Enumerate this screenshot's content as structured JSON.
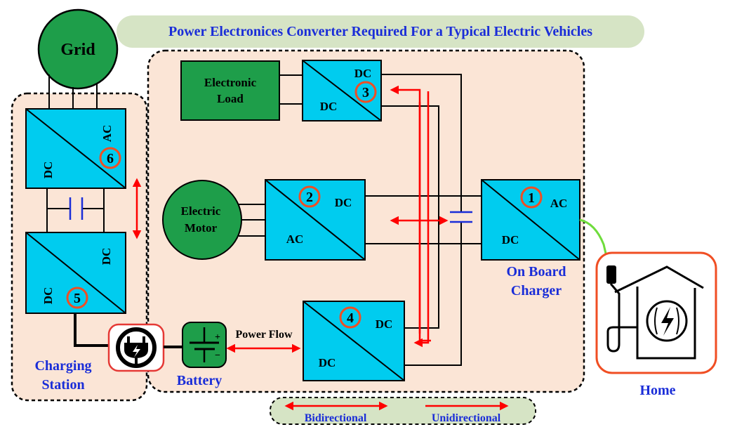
{
  "title": "Power Electronices Converter Required For a Typical Electric Vehicles",
  "grid": "Grid",
  "electronic_load": [
    "Electronic",
    "Load"
  ],
  "electric_motor": [
    "Electric",
    "Motor"
  ],
  "converters": {
    "c1": {
      "num": "1",
      "top": "AC",
      "bottom": "DC"
    },
    "c2": {
      "num": "2",
      "top": "DC",
      "bottom": "AC"
    },
    "c3": {
      "num": "3",
      "top": "DC",
      "bottom": "DC"
    },
    "c4": {
      "num": "4",
      "top": "DC",
      "bottom": "DC"
    },
    "c5": {
      "num": "5",
      "top": "DC",
      "bottom": "DC"
    },
    "c6": {
      "num": "6",
      "top": "AC",
      "bottom": "DC"
    }
  },
  "on_board_charger": [
    "On Board",
    "Charger"
  ],
  "charging_station": [
    "Charging",
    "Station"
  ],
  "battery": "Battery",
  "power_flow": "Power Flow",
  "home": "Home",
  "legend": {
    "bidirectional": "Bidirectional",
    "unidirectional": "Unidirectional"
  },
  "colors": {
    "converter": "#00ccef",
    "load": "#1e9e4a",
    "region": "#fbe5d6",
    "title_bg": "#d6e4c5",
    "arrow": "#ff0000",
    "capacitor": "#1a2dd8",
    "accent": "#1a2dd8",
    "home_border": "#f04e23"
  }
}
